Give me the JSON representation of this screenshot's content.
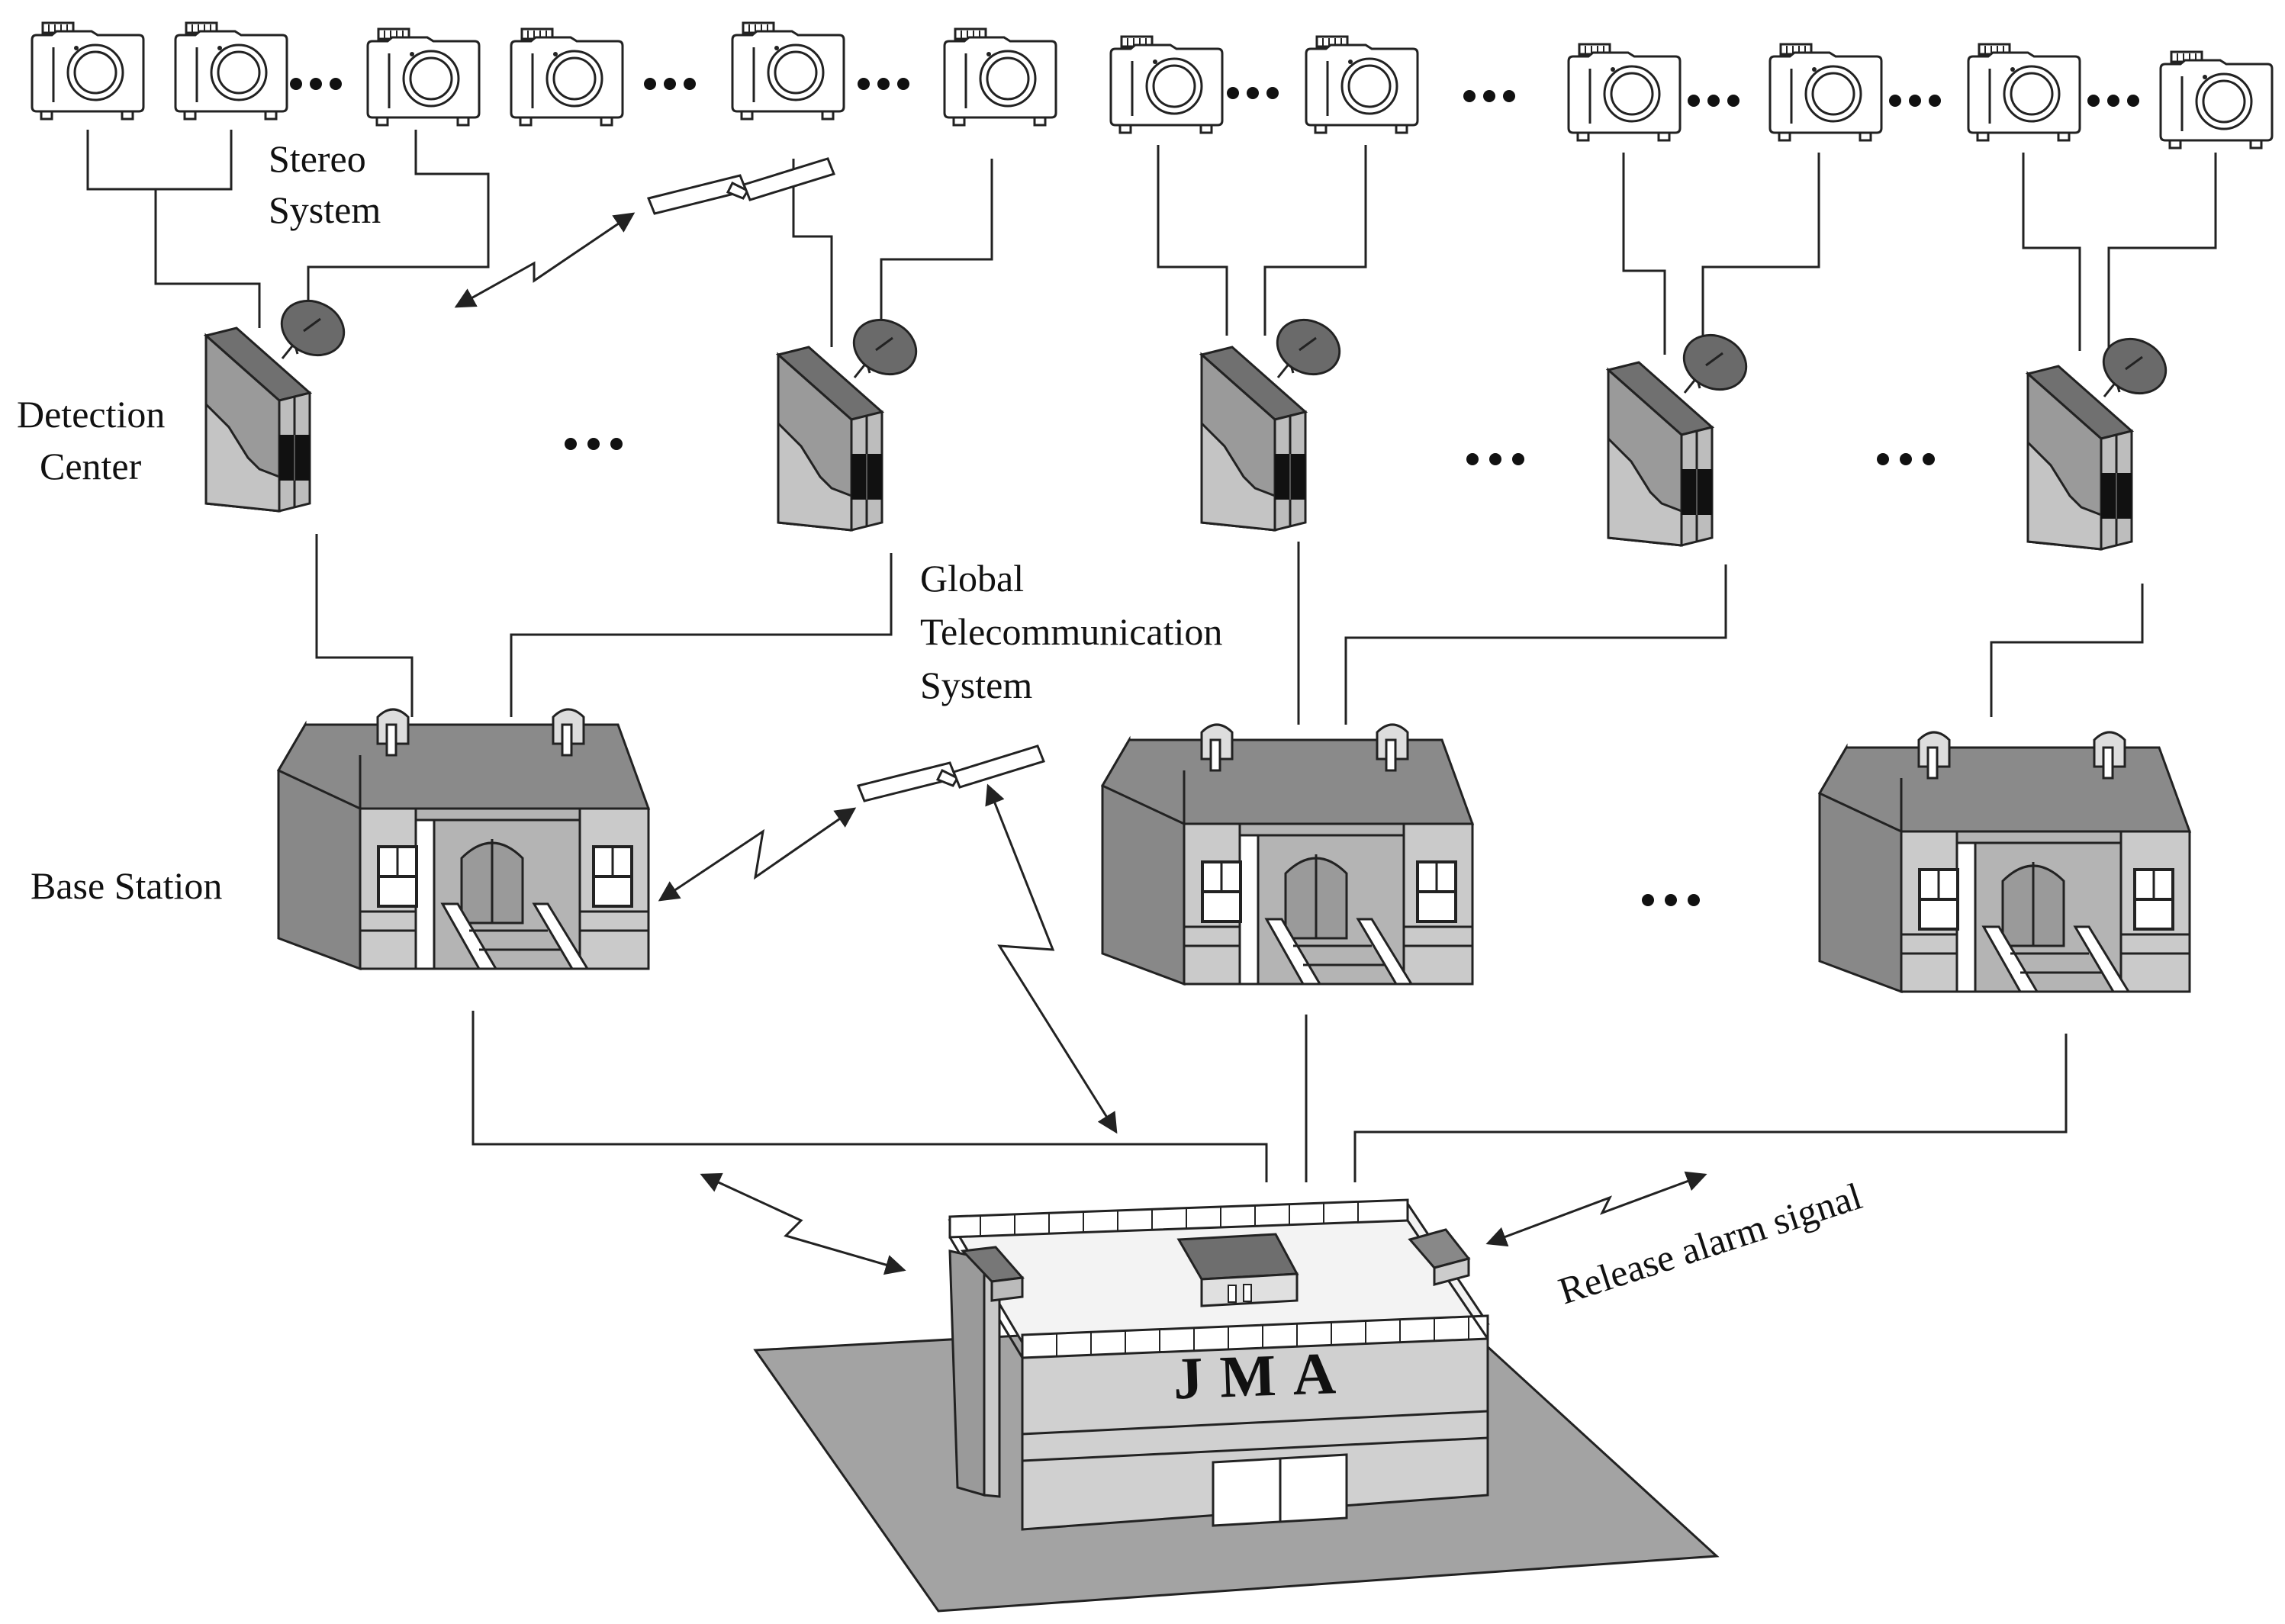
{
  "labels": {
    "stereo": [
      "Stereo",
      "System"
    ],
    "detection": [
      "Detection",
      "Center"
    ],
    "global": [
      "Global",
      "Telecommunication",
      "System"
    ],
    "base": "Base Station",
    "alarm": "Release alarm signal",
    "jma": "JMA"
  },
  "icons": {
    "camera": "camera-icon",
    "detection_center": "detection-center-cabinet",
    "base_station": "base-station-building",
    "satellite": "satellite-icon",
    "hq": "jma-headquarters-building",
    "dish": "satellite-dish-icon"
  },
  "colors": {
    "dark_gray": "#6f6f6f",
    "mid_gray": "#9a9a9a",
    "light_gray": "#c9c9c9",
    "pale_gray": "#dddddd",
    "ink": "#222222"
  }
}
